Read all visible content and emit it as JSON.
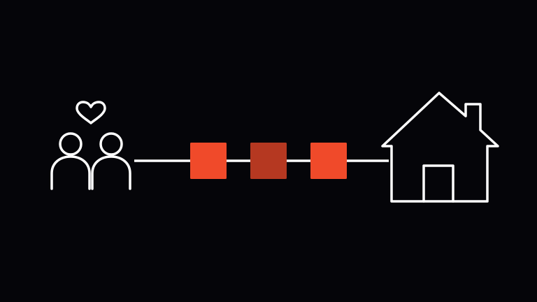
{
  "colors": {
    "background": "#050509",
    "stroke": "#ffffff",
    "block_primary": "#f04a2a",
    "block_secondary": "#b53821"
  },
  "diagram": {
    "start": {
      "icon": "couple-with-heart-icon"
    },
    "end": {
      "icon": "house-icon"
    },
    "steps": [
      {
        "icon": "square-block",
        "color": "#f04a2a"
      },
      {
        "icon": "square-block",
        "color": "#b53821"
      },
      {
        "icon": "square-block",
        "color": "#f04a2a"
      }
    ]
  }
}
